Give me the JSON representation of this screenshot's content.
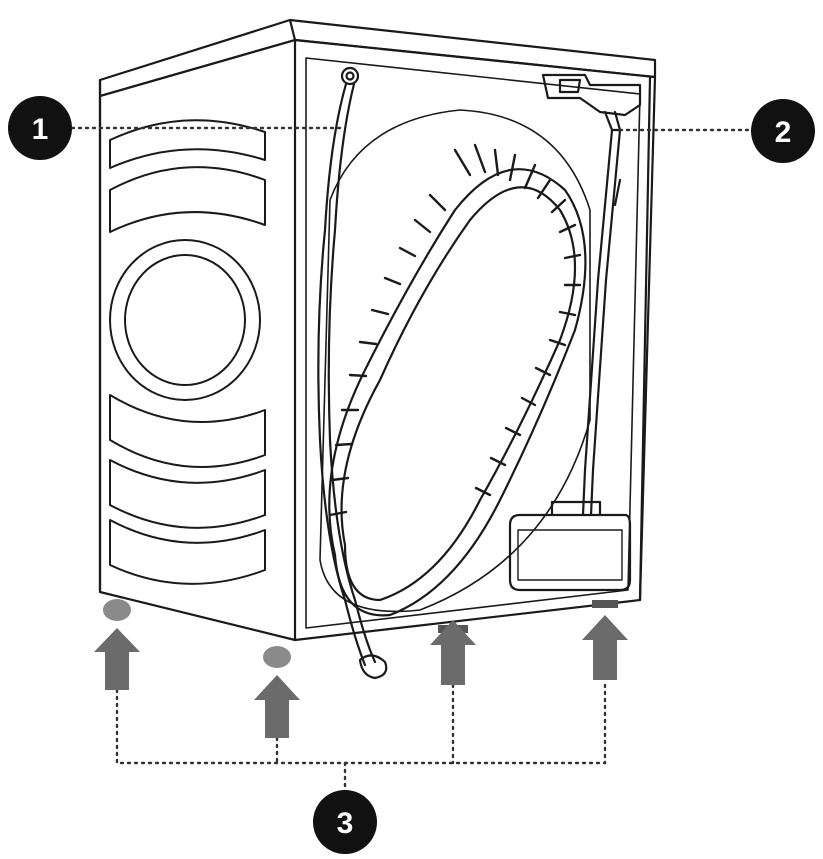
{
  "callouts": [
    {
      "id": "1",
      "label": "1",
      "target": "water-inlet-hose"
    },
    {
      "id": "2",
      "label": "2",
      "target": "drain-hose-and-pump"
    },
    {
      "id": "3",
      "label": "3",
      "target": "leveling-feet"
    }
  ],
  "colors": {
    "line": "#1a1a1a",
    "badge": "#111111",
    "badge_text": "#ffffff",
    "arrow": "#6b6b6b",
    "foot": "#8a8a8a"
  },
  "icons": {
    "arrow": "up-arrow-icon",
    "foot": "leveling-foot-icon"
  }
}
